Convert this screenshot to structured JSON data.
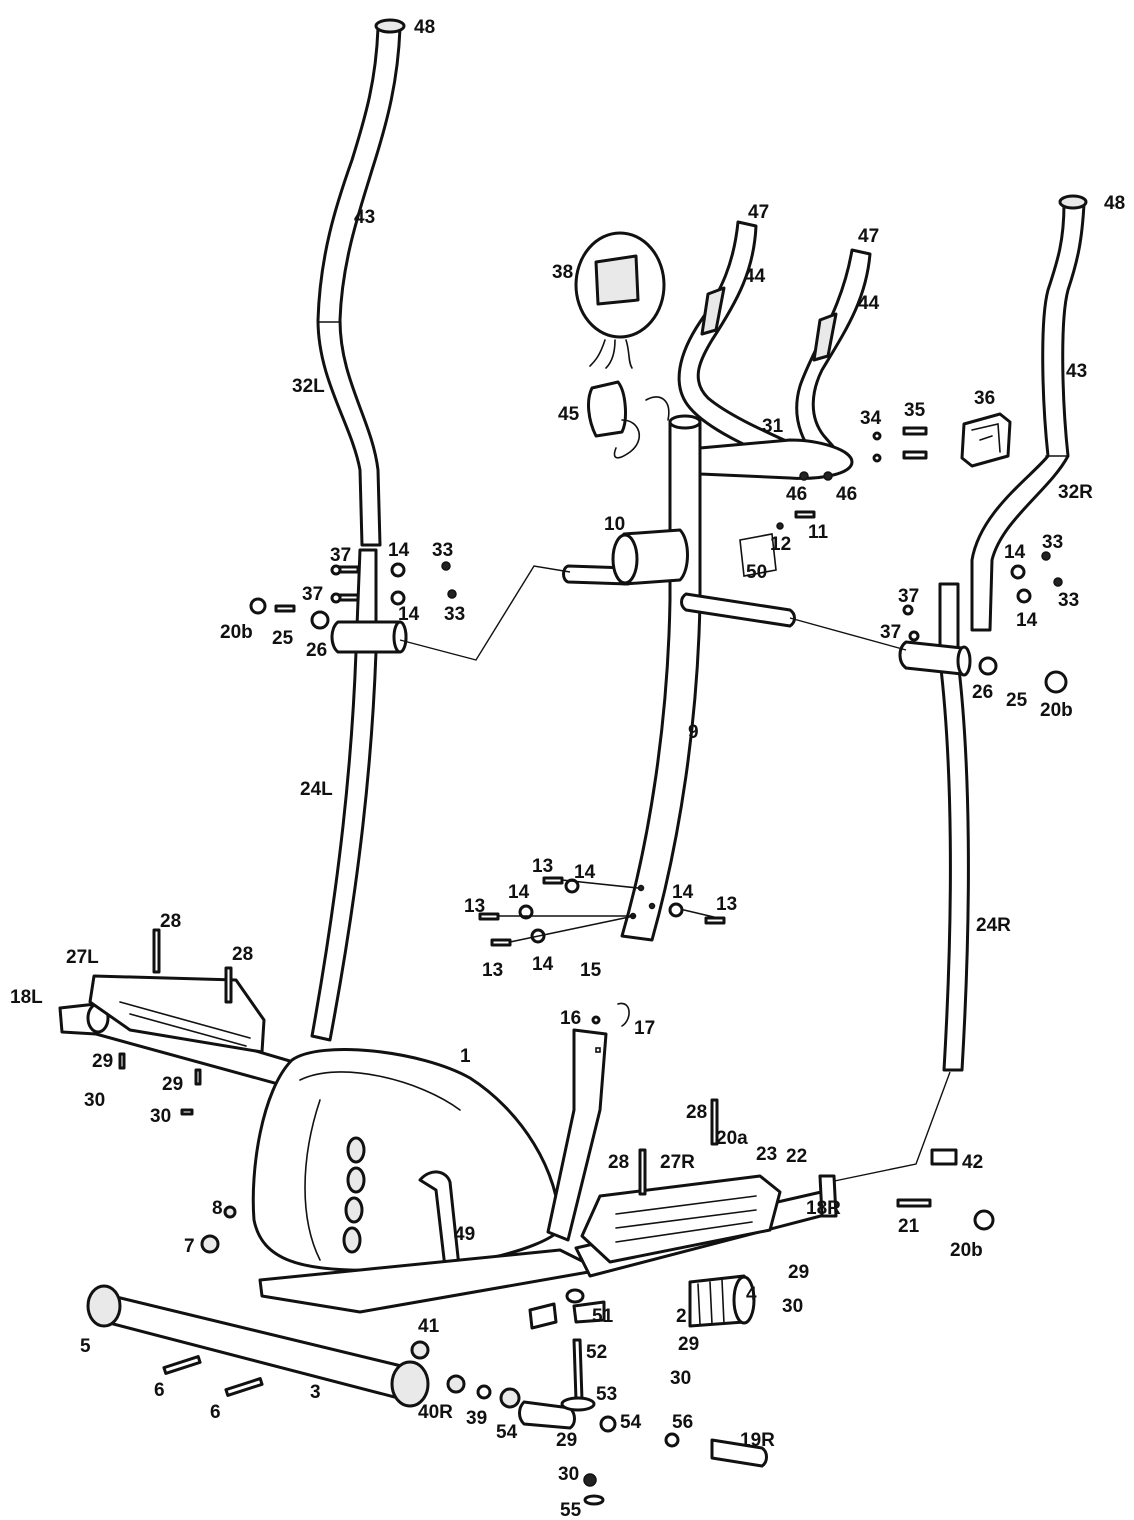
{
  "labels": [
    "48",
    "43",
    "32L",
    "37",
    "14",
    "33",
    "37",
    "14",
    "33",
    "20b",
    "25",
    "26",
    "24L",
    "38",
    "45",
    "47",
    "44",
    "47",
    "44",
    "31",
    "34",
    "35",
    "36",
    "46",
    "46",
    "10",
    "12",
    "11",
    "50",
    "48",
    "43",
    "32R",
    "14",
    "33",
    "37",
    "14",
    "33",
    "37",
    "26",
    "25",
    "20b",
    "9",
    "13",
    "14",
    "14",
    "14",
    "13",
    "13",
    "13",
    "14",
    "15",
    "24R",
    "28",
    "27L",
    "28",
    "18L",
    "29",
    "30",
    "29",
    "30",
    "16",
    "17",
    "1",
    "28",
    "20a",
    "28",
    "27R",
    "23",
    "22",
    "42",
    "21",
    "18R",
    "20b",
    "8",
    "7",
    "49",
    "29",
    "4",
    "30",
    "2",
    "51",
    "29",
    "30",
    "52",
    "5",
    "6",
    "3",
    "6",
    "41",
    "40R",
    "39",
    "54",
    "53",
    "54",
    "56",
    "19R",
    "29",
    "30",
    "55"
  ]
}
